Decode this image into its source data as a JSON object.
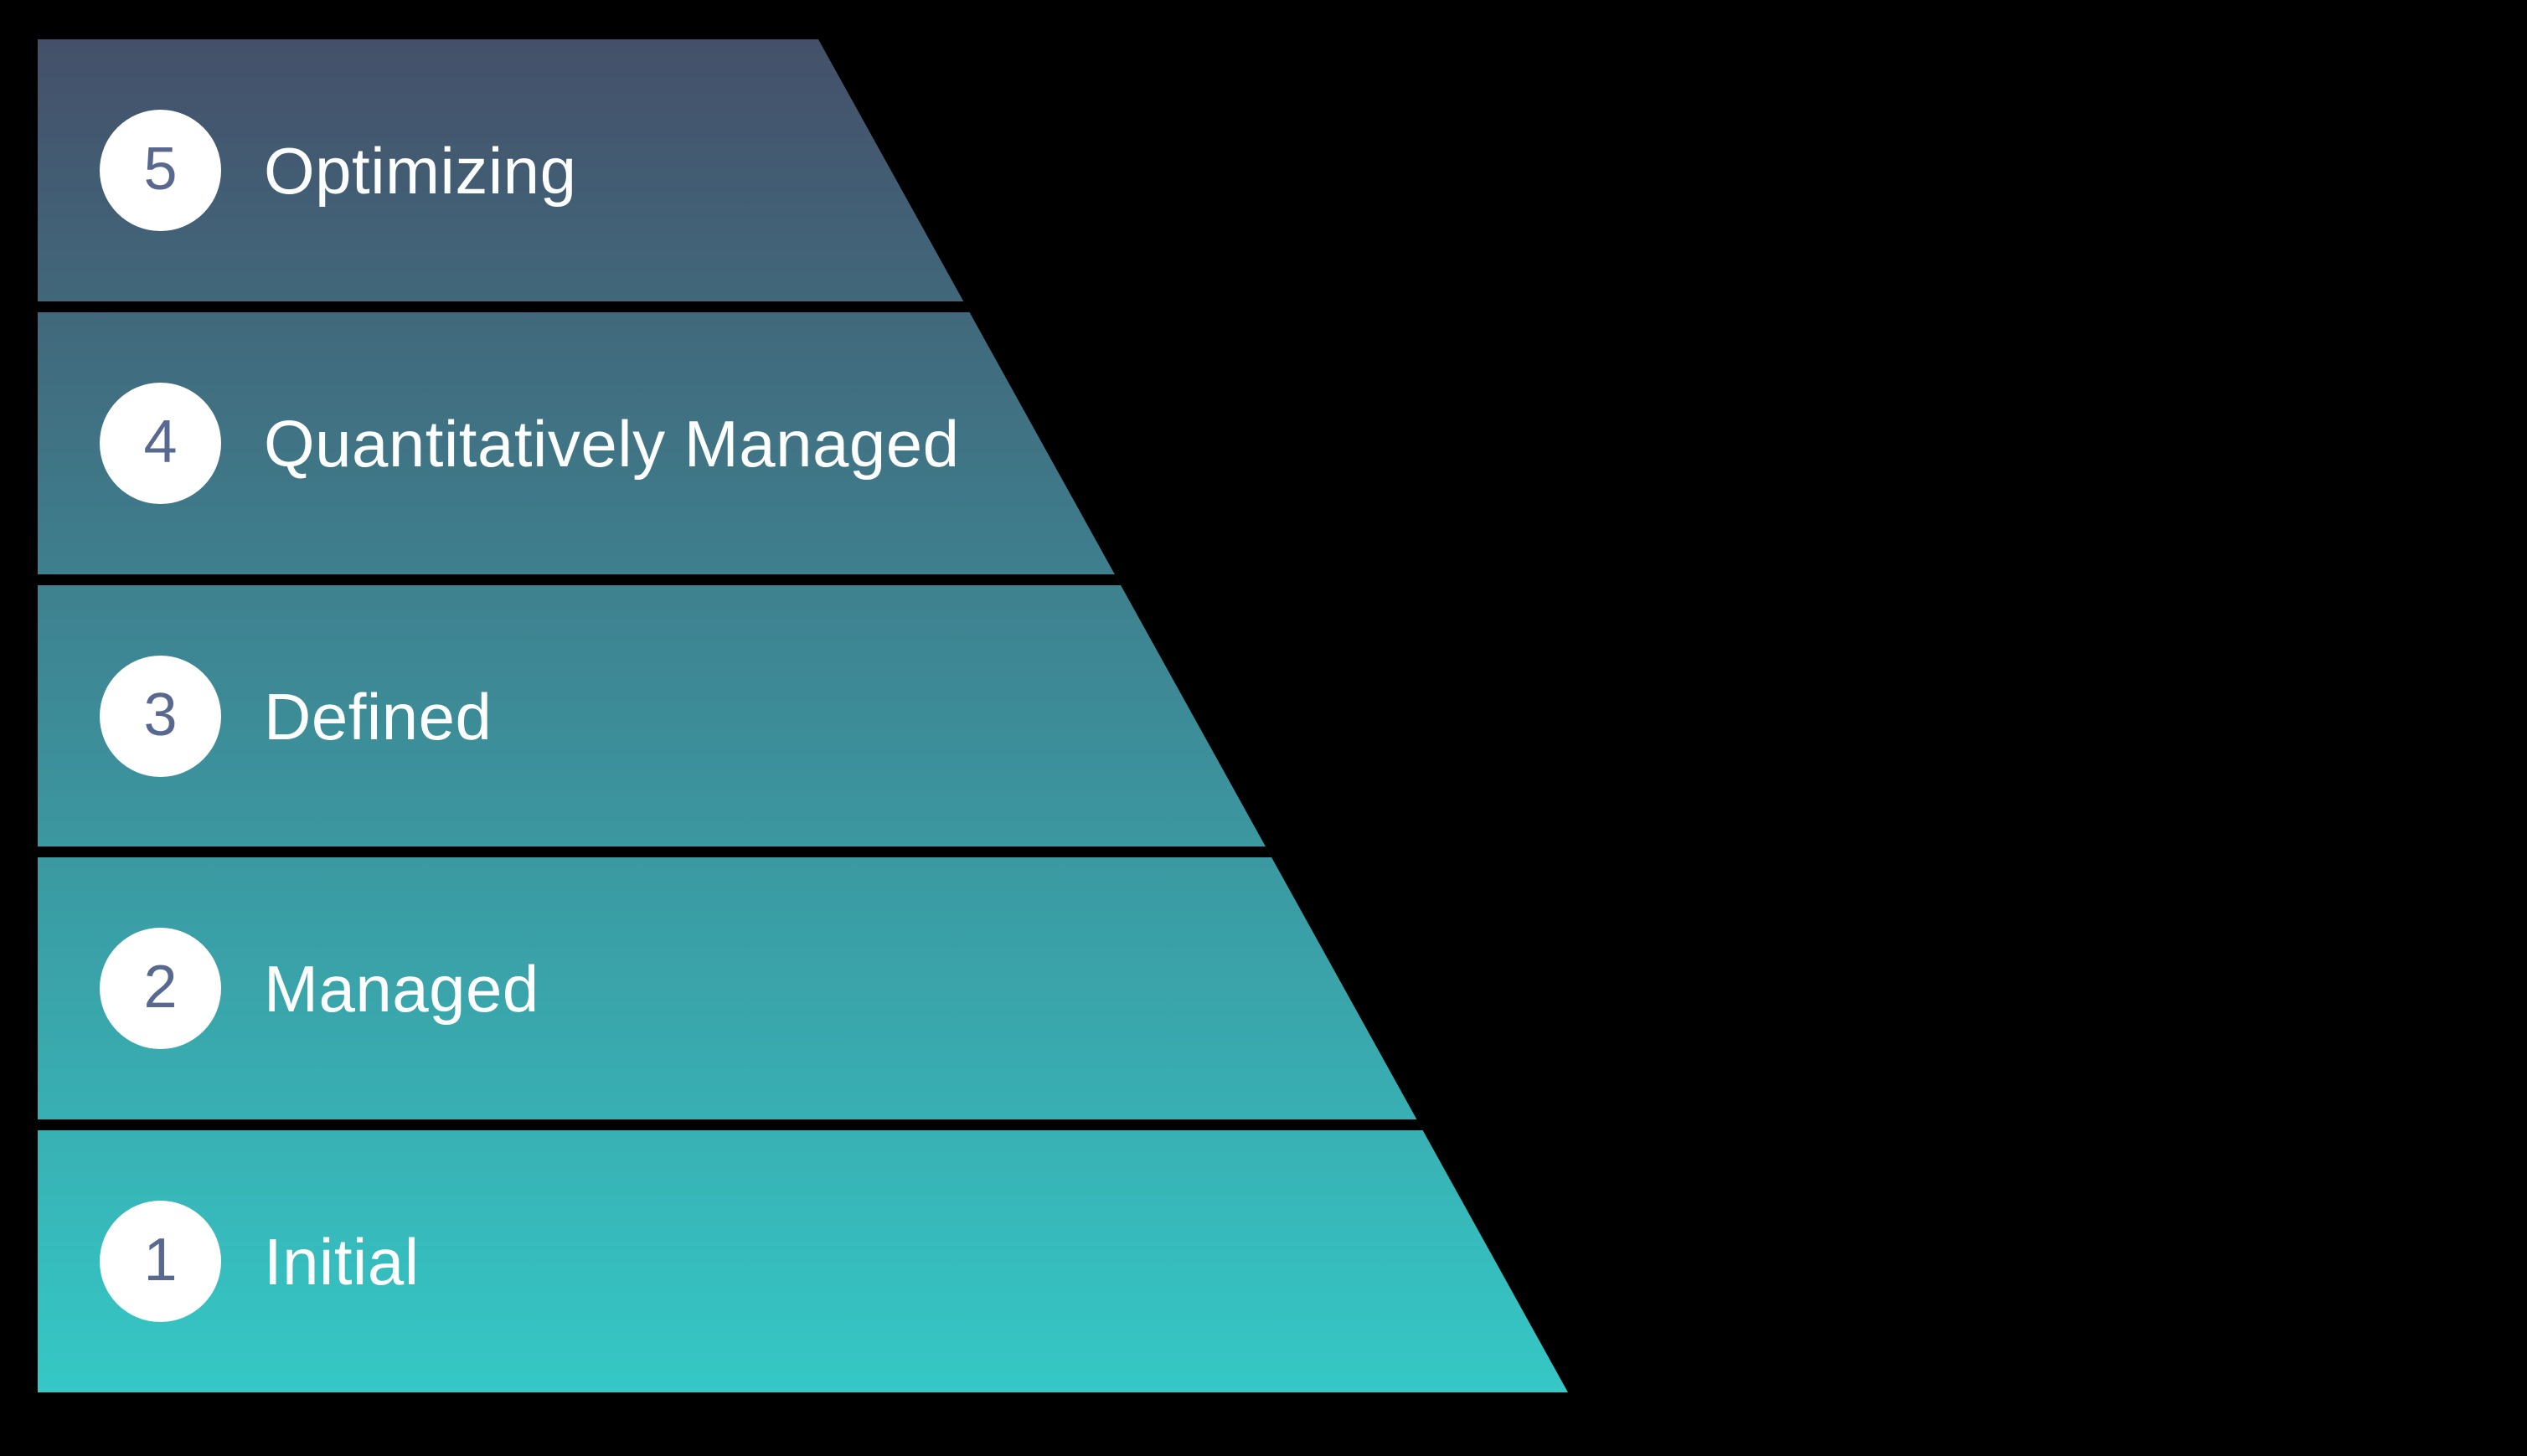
{
  "diagram": {
    "type": "stepped-pyramid-maturity-model",
    "orientation": "left-aligned, right edge slanted, level 5 at top",
    "background_color": "#000000",
    "gradient_top_color": "#445069",
    "gradient_bottom_color": "#35c8c6",
    "separator_color": "#000000",
    "badge_fill_color": "#ffffff",
    "badge_number_color": "#58688f",
    "label_color": "#fdfefe",
    "levels": [
      {
        "number": "5",
        "label": "Optimizing"
      },
      {
        "number": "4",
        "label": "Quantitatively Managed"
      },
      {
        "number": "3",
        "label": "Defined"
      },
      {
        "number": "2",
        "label": "Managed"
      },
      {
        "number": "1",
        "label": "Initial"
      }
    ]
  }
}
